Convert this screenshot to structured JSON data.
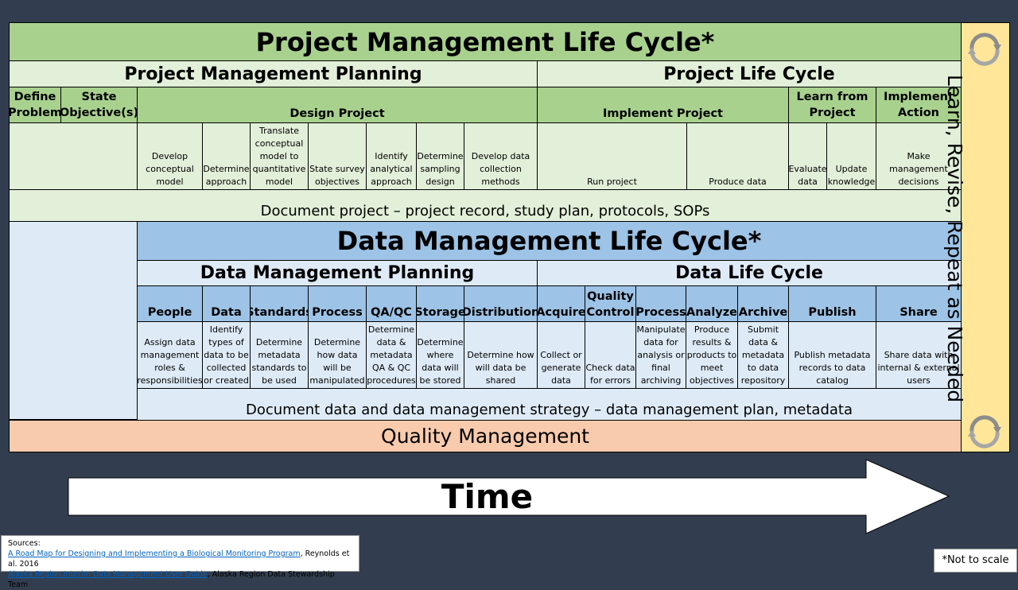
{
  "project": {
    "title": "Project Management Life Cycle*",
    "planning_title": "Project Management Planning",
    "lifecycle_title": "Project Life Cycle",
    "phases": {
      "define": "Define Problem",
      "state": "State Objective(s)",
      "design": "Design Project",
      "implement": "Implement Project",
      "learn": "Learn from Project",
      "action": "Implement Action"
    },
    "steps": {
      "develop_model": "Develop conceptual model",
      "determine_approach": "Determine approach",
      "translate": "Translate conceptual model to quantitative model",
      "state_survey": "State survey objectives",
      "identify": "Identify analytical approach",
      "sampling": "Determine sampling design",
      "collection": "Develop data collection methods",
      "run": "Run project",
      "produce": "Produce data",
      "evaluate": "Evaluate data",
      "update": "Update knowledge",
      "decisions": "Make management decisions"
    },
    "document": "Document project – project record, study plan, protocols, SOPs"
  },
  "data_mgmt": {
    "title": "Data Management Life Cycle*",
    "planning_title": "Data Management Planning",
    "lifecycle_title": "Data Life Cycle",
    "headers": {
      "people": "People",
      "data": "Data",
      "standards": "Standards",
      "process": "Process",
      "qaqc": "QA/QC",
      "storage": "Storage",
      "distribution": "Distribution",
      "acquire": "Acquire",
      "quality": "Quality Control",
      "process2": "Process",
      "analyze": "Analyze",
      "archive": "Archive",
      "publish": "Publish",
      "share": "Share"
    },
    "steps": {
      "people": "Assign data management roles & responsibilities",
      "data": "Identify types of data to be collected or created",
      "standards": "Determine metadata standards to be used",
      "process": "Determine how data will be manipulated",
      "qaqc": "Determine data & metadata QA & QC procedures",
      "storage": "Determine where data will be stored",
      "distribution": "Determine how will data be shared",
      "acquire": "Collect or generate data",
      "quality": "Check data for errors",
      "process2": "Manipulate data for analysis or final archiving",
      "analyze": "Produce results & products to meet objectives",
      "archive": "Submit data & metadata to data repository",
      "publish": "Publish metadata records to data catalog",
      "share": "Share data with internal & external users"
    },
    "document": "Document data and data management strategy – data management plan, metadata"
  },
  "quality": "Quality Management",
  "side_label": "Learn, Revise, Repeat as Needed",
  "time_label": "Time",
  "sources": {
    "heading": "Sources:",
    "link1": "A Road Map for Designing and Implementing a Biological Monitoring Program",
    "rest1": ", Reynolds et al. 2016",
    "link2": "Alaska Region Interim Data Management User Guide",
    "rest2": ", Alaska Region Data Stewardship Team"
  },
  "note": "*Not to scale",
  "colors": {
    "project_header": "#a9d18e",
    "project_light": "#e2efd9",
    "data_header": "#9dc3e6",
    "data_light": "#deebf7",
    "quality": "#f8cbad",
    "side": "#ffe699",
    "background": "#323e4f"
  },
  "icons": [
    "cycle-arrows-icon",
    "cycle-arrows-icon"
  ]
}
